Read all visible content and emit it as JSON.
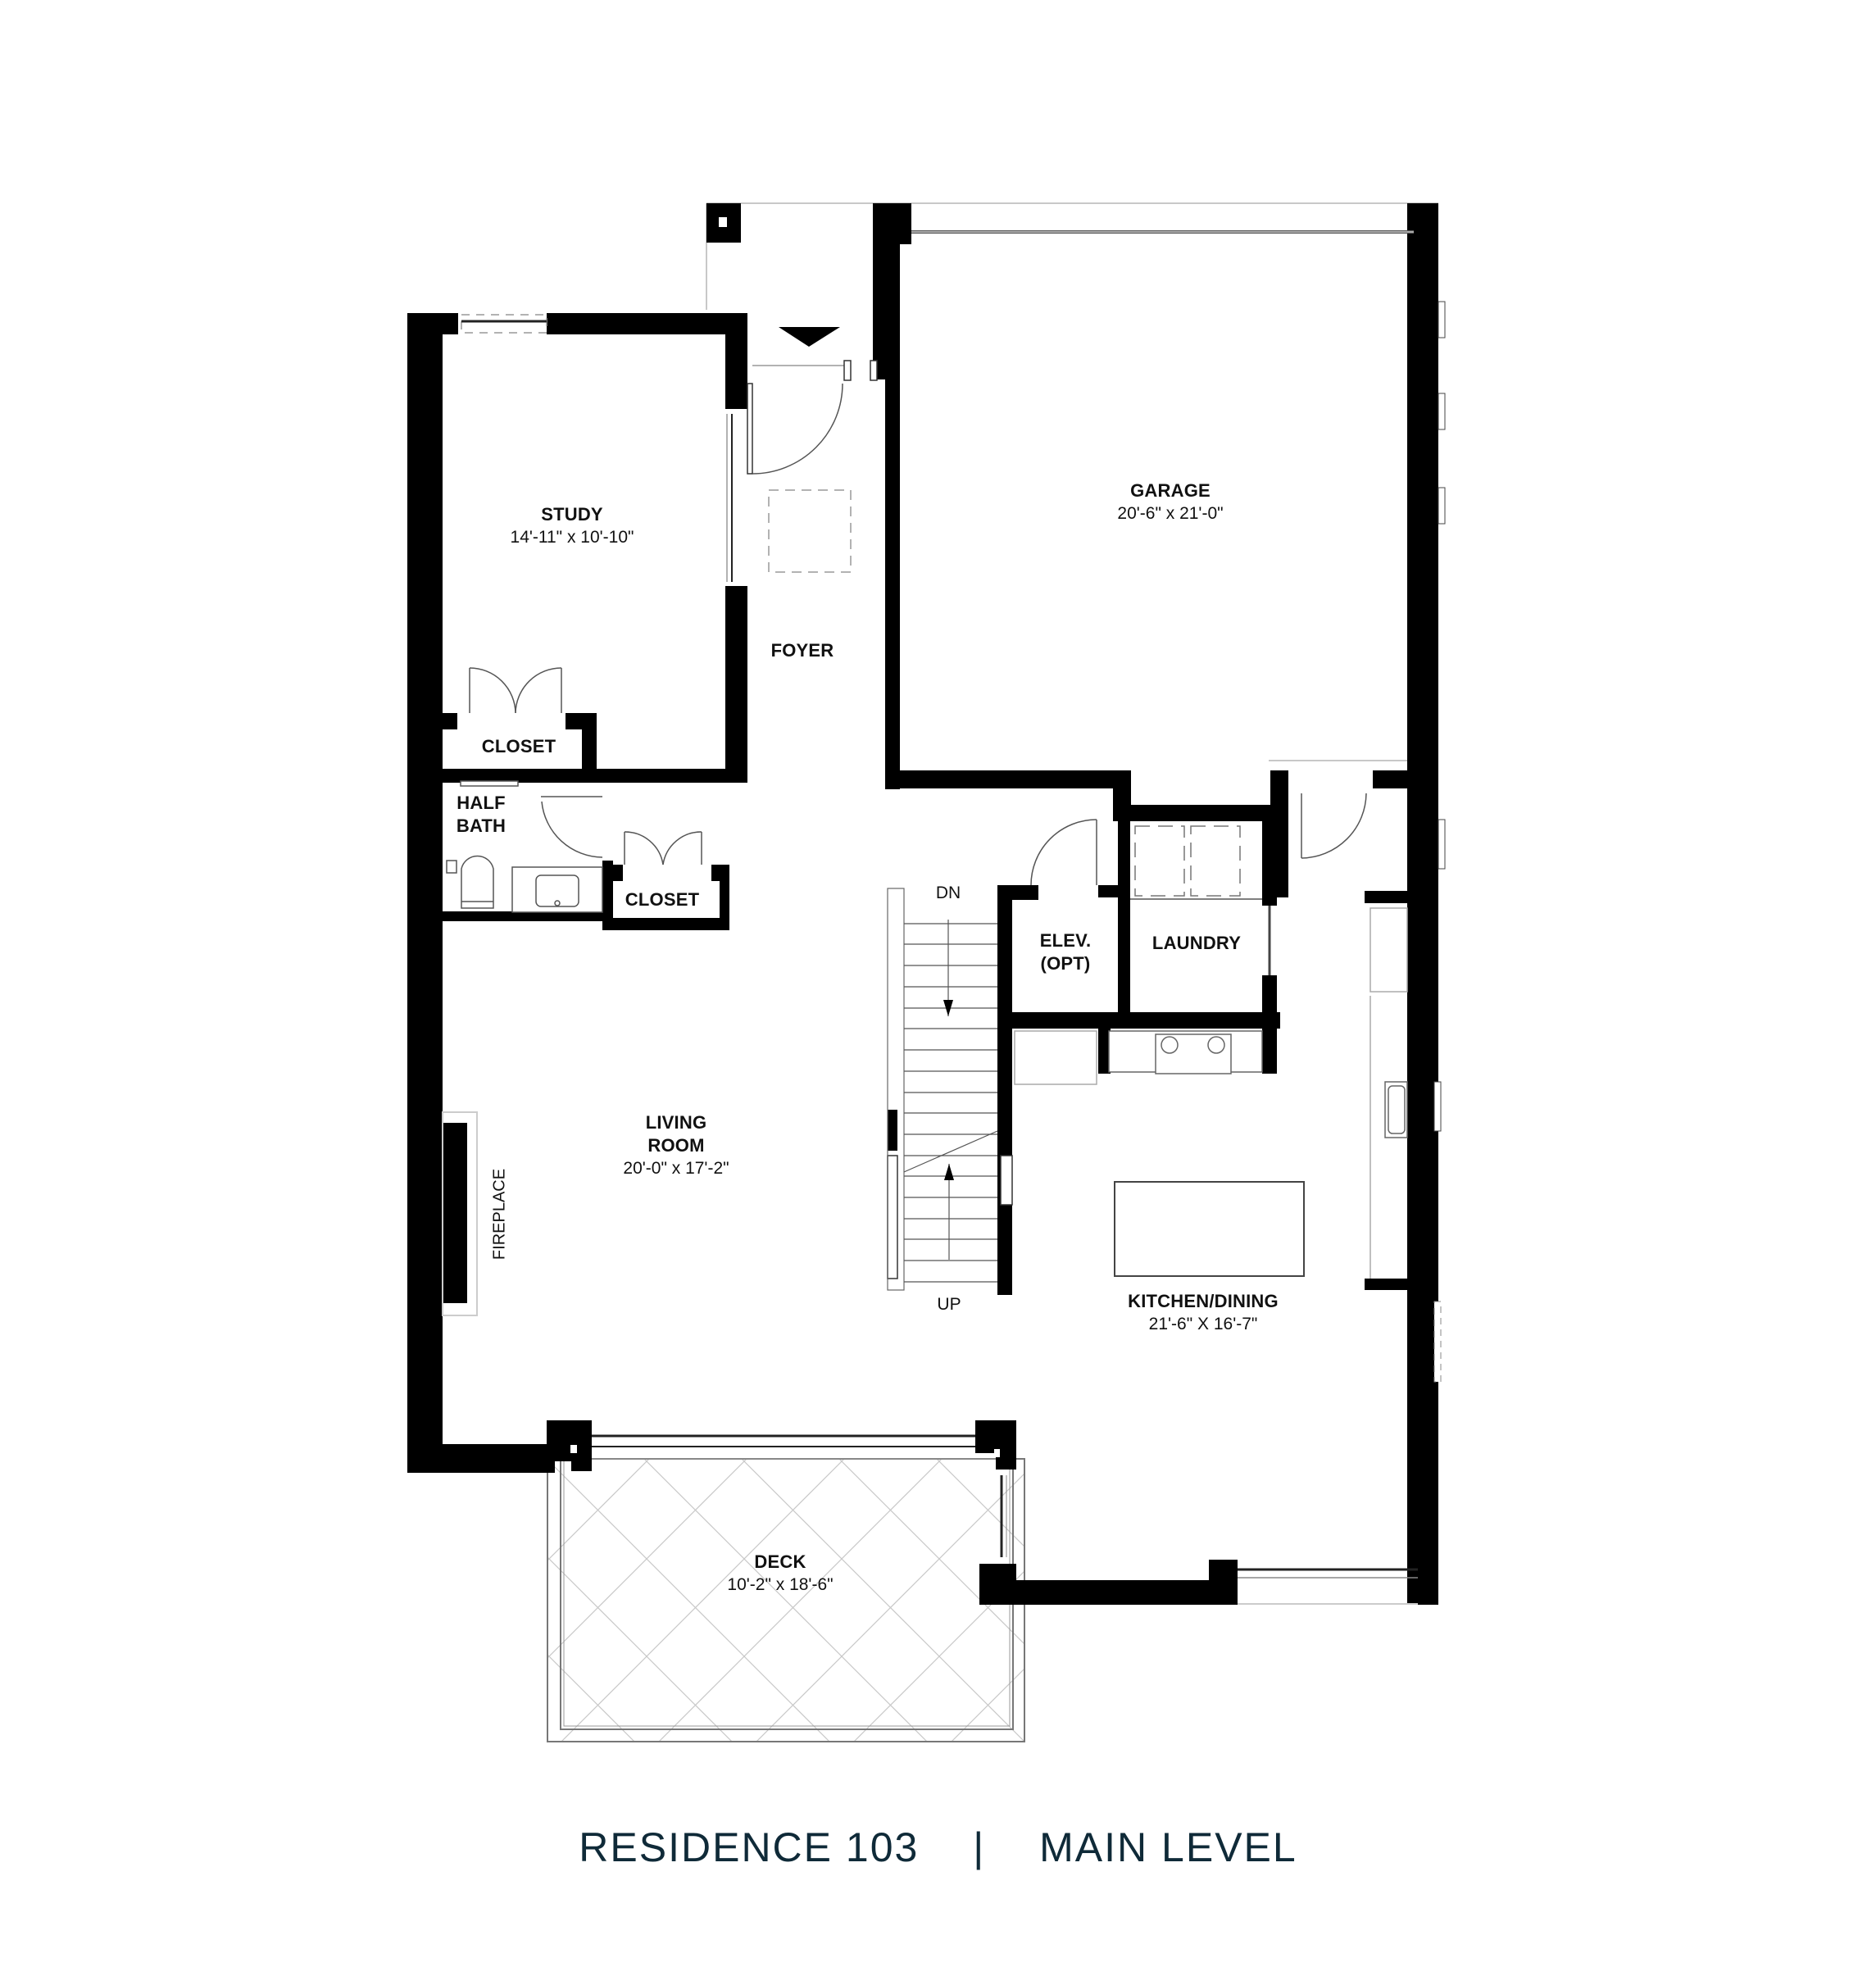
{
  "title": {
    "residence": "RESIDENCE 103",
    "separator": "|",
    "level": "MAIN LEVEL",
    "color": "#0f2a38"
  },
  "rooms": {
    "study": {
      "name": "STUDY",
      "dimensions": "14'-11\" x 10'-10\""
    },
    "foyer": {
      "name": "FOYER"
    },
    "garage": {
      "name": "GARAGE",
      "dimensions": "20'-6\" x 21'-0\""
    },
    "closet_study": {
      "name": "CLOSET"
    },
    "half_bath": {
      "name_line1": "HALF",
      "name_line2": "BATH"
    },
    "closet_hall": {
      "name": "CLOSET"
    },
    "elevator": {
      "name_line1": "ELEV.",
      "name_line2": "(OPT)"
    },
    "laundry": {
      "name": "LAUNDRY"
    },
    "living_room": {
      "name_line1": "LIVING",
      "name_line2": "ROOM",
      "dimensions": "20'-0\" x 17'-2\""
    },
    "kitchen_dining": {
      "name": "KITCHEN/DINING",
      "dimensions": "21'-6\" X 16'-7\""
    },
    "deck": {
      "name": "DECK",
      "dimensions": "10'-2\" x 18'-6\""
    }
  },
  "annotations": {
    "stair_down": "DN",
    "stair_up": "UP",
    "fireplace": "FIREPLACE"
  },
  "colors": {
    "wall": "#000000",
    "fixture_line": "#555555",
    "light_line": "#bbbbbb",
    "background": "#ffffff"
  }
}
